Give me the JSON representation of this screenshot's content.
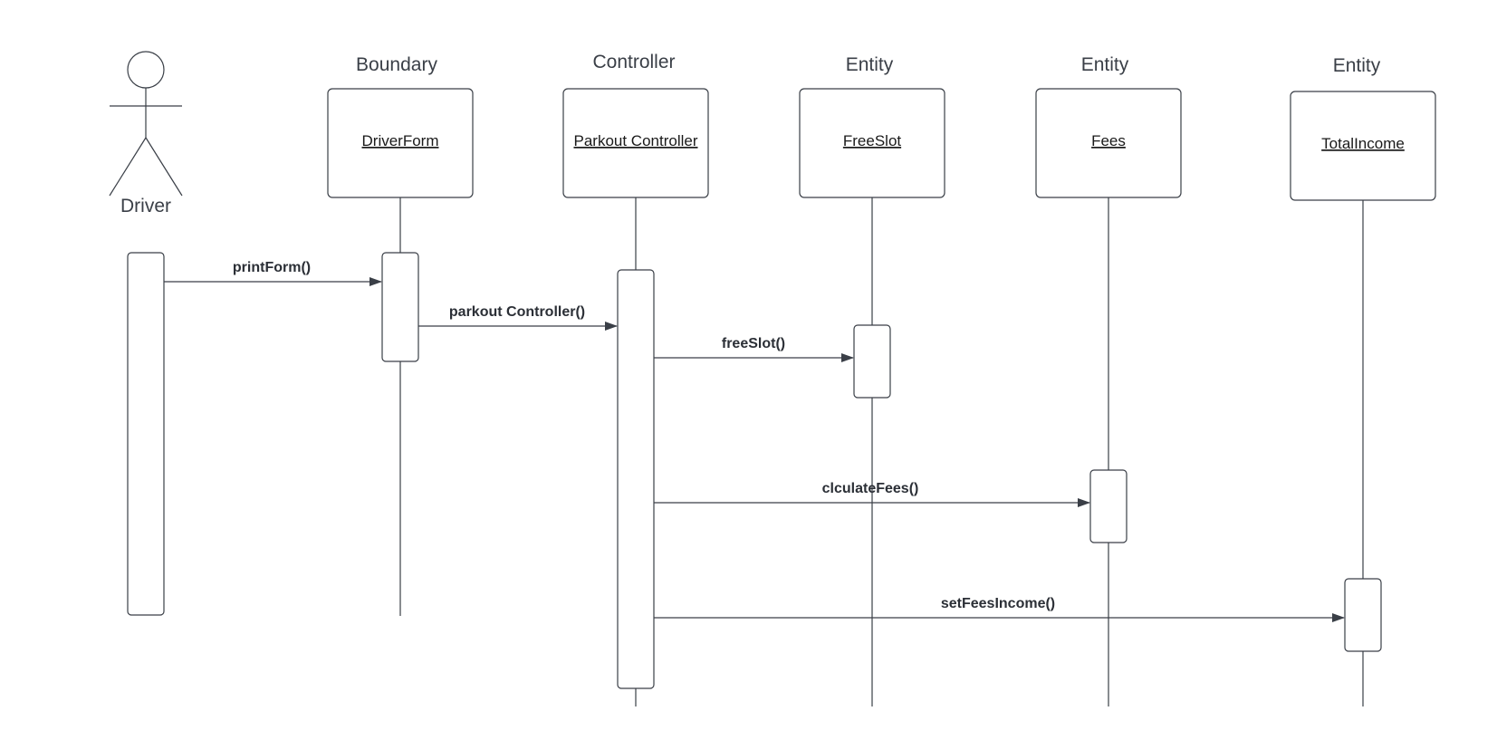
{
  "actor": {
    "name": "Driver"
  },
  "lifelines": [
    {
      "id": "driverform",
      "stereotype": "Boundary",
      "name": "DriverForm"
    },
    {
      "id": "controller",
      "stereotype": "Controller",
      "name": "Parkout Controller"
    },
    {
      "id": "freeslot",
      "stereotype": "Entity",
      "name": "FreeSlot"
    },
    {
      "id": "fees",
      "stereotype": "Entity",
      "name": "Fees"
    },
    {
      "id": "totalincome",
      "stereotype": "Entity",
      "name": "TotalIncome"
    }
  ],
  "messages": [
    {
      "from": "Driver",
      "to": "DriverForm",
      "label": "printForm()"
    },
    {
      "from": "DriverForm",
      "to": "Parkout Controller",
      "label": "parkout Controller()"
    },
    {
      "from": "Parkout Controller",
      "to": "FreeSlot",
      "label": "freeSlot()"
    },
    {
      "from": "Parkout Controller",
      "to": "Fees",
      "label": "clculateFees()"
    },
    {
      "from": "Parkout Controller",
      "to": "TotalIncome",
      "label": "setFeesIncome()"
    }
  ]
}
